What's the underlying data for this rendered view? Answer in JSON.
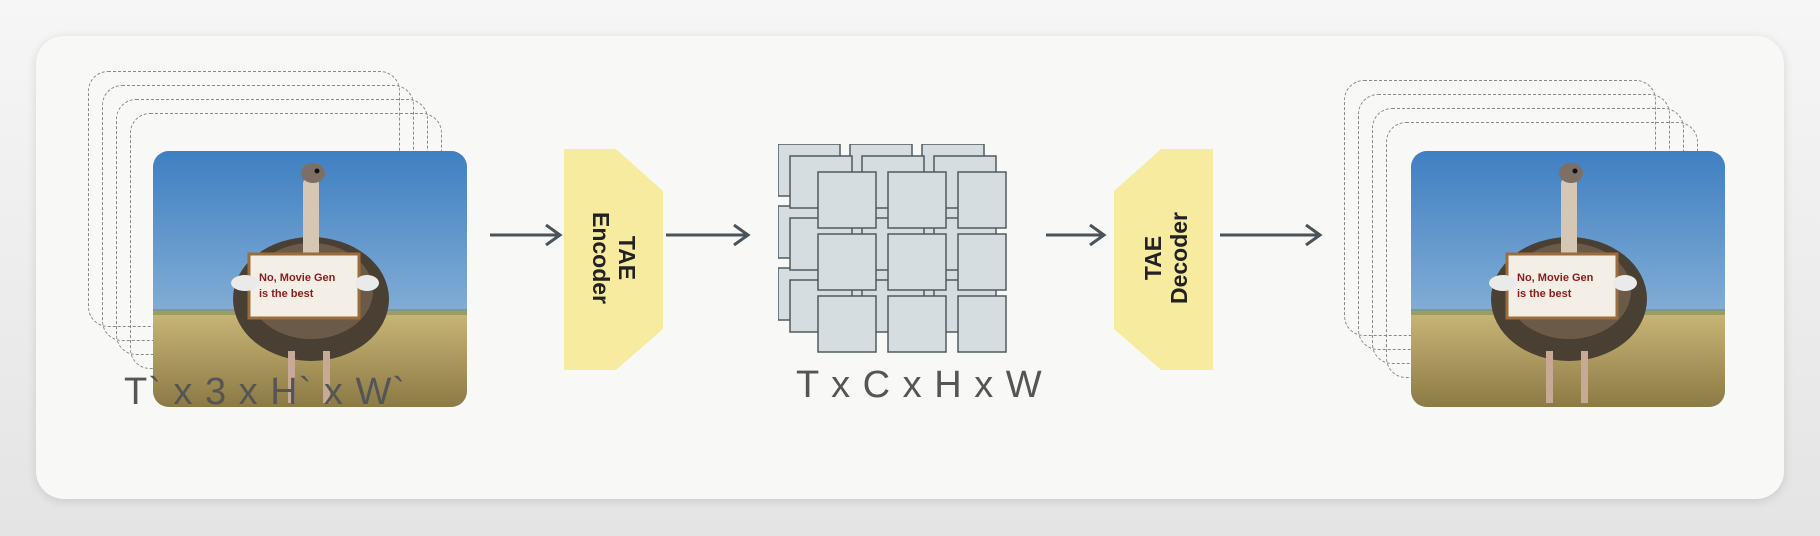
{
  "input": {
    "caption": "T` x 3 x H` x W`",
    "sign_line1": "No, Movie Gen",
    "sign_line2": "is the best"
  },
  "encoder": {
    "line1": "TAE",
    "line2": "Encoder",
    "color": "#f7eba0"
  },
  "latent": {
    "caption": "T x C x H x W",
    "tile_color": "#d5dde0"
  },
  "decoder": {
    "line1": "TAE",
    "line2": "Decoder",
    "color": "#f7eba0"
  },
  "output": {
    "sign_line1": "No, Movie Gen",
    "sign_line2": "is the best"
  },
  "colors": {
    "arrow": "#4a5358",
    "caption": "#555555"
  }
}
